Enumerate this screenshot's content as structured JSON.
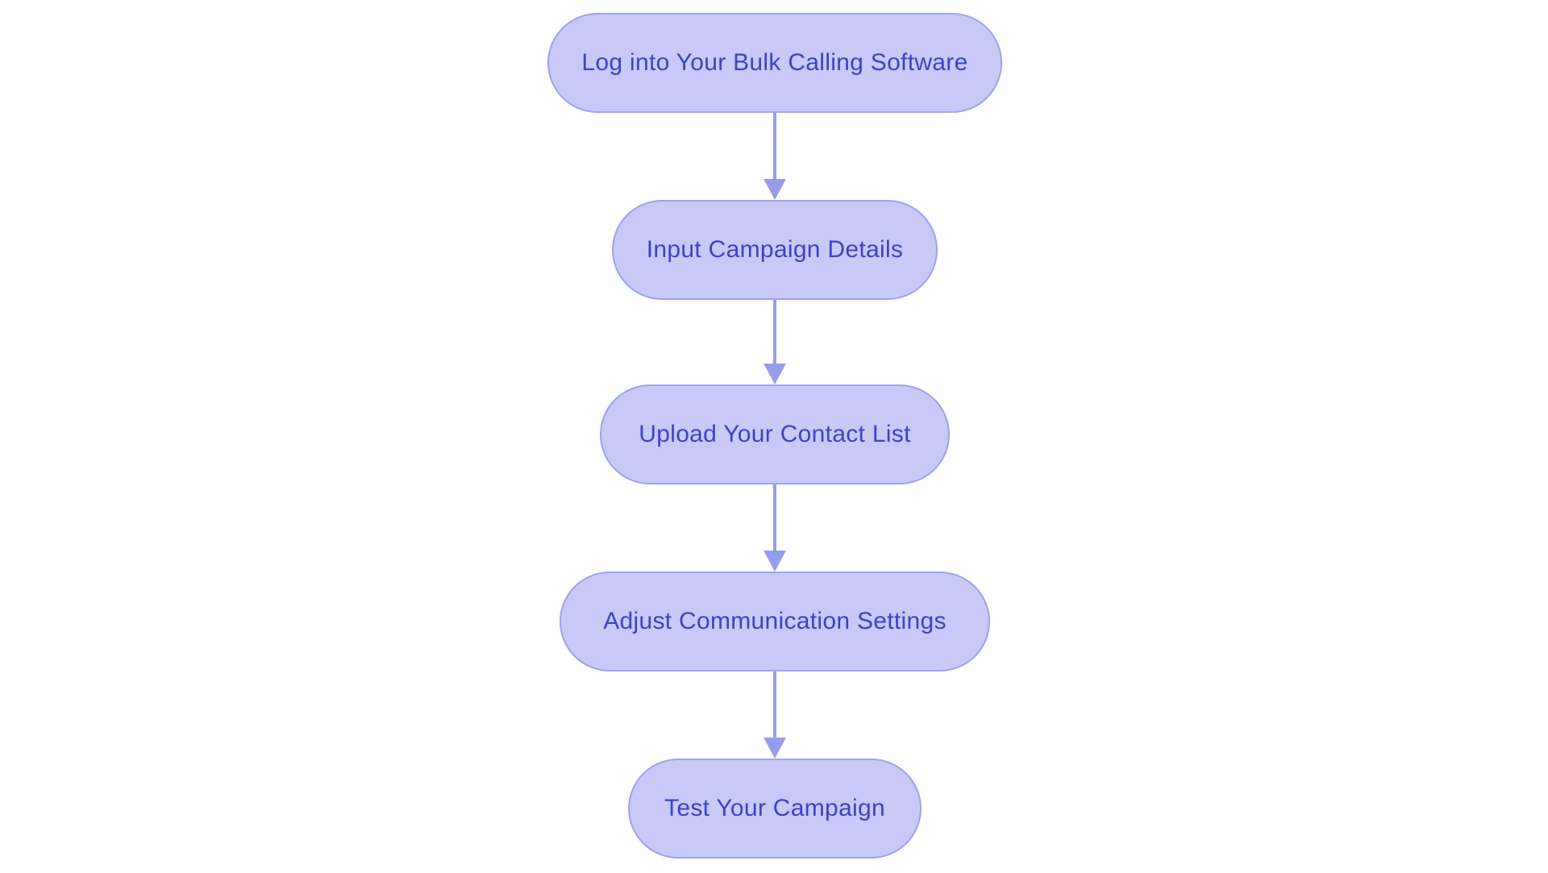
{
  "flowchart": {
    "type": "flowchart",
    "direction": "top-down",
    "nodes": [
      {
        "id": "login",
        "label": "Log into Your Bulk Calling Software"
      },
      {
        "id": "campaign-details",
        "label": "Input Campaign Details"
      },
      {
        "id": "upload-contact-list",
        "label": "Upload Your Contact List"
      },
      {
        "id": "communication-settings",
        "label": "Adjust Communication Settings"
      },
      {
        "id": "test-campaign",
        "label": "Test Your Campaign"
      }
    ],
    "edges": [
      {
        "from": "login",
        "to": "campaign-details"
      },
      {
        "from": "campaign-details",
        "to": "upload-contact-list"
      },
      {
        "from": "upload-contact-list",
        "to": "communication-settings"
      },
      {
        "from": "communication-settings",
        "to": "test-campaign"
      }
    ],
    "colors": {
      "node_fill": "#c8c9f7",
      "node_border": "#9ca3ee",
      "node_text": "#3d42c9",
      "arrow": "#979dec",
      "background": "#ffffff"
    }
  }
}
